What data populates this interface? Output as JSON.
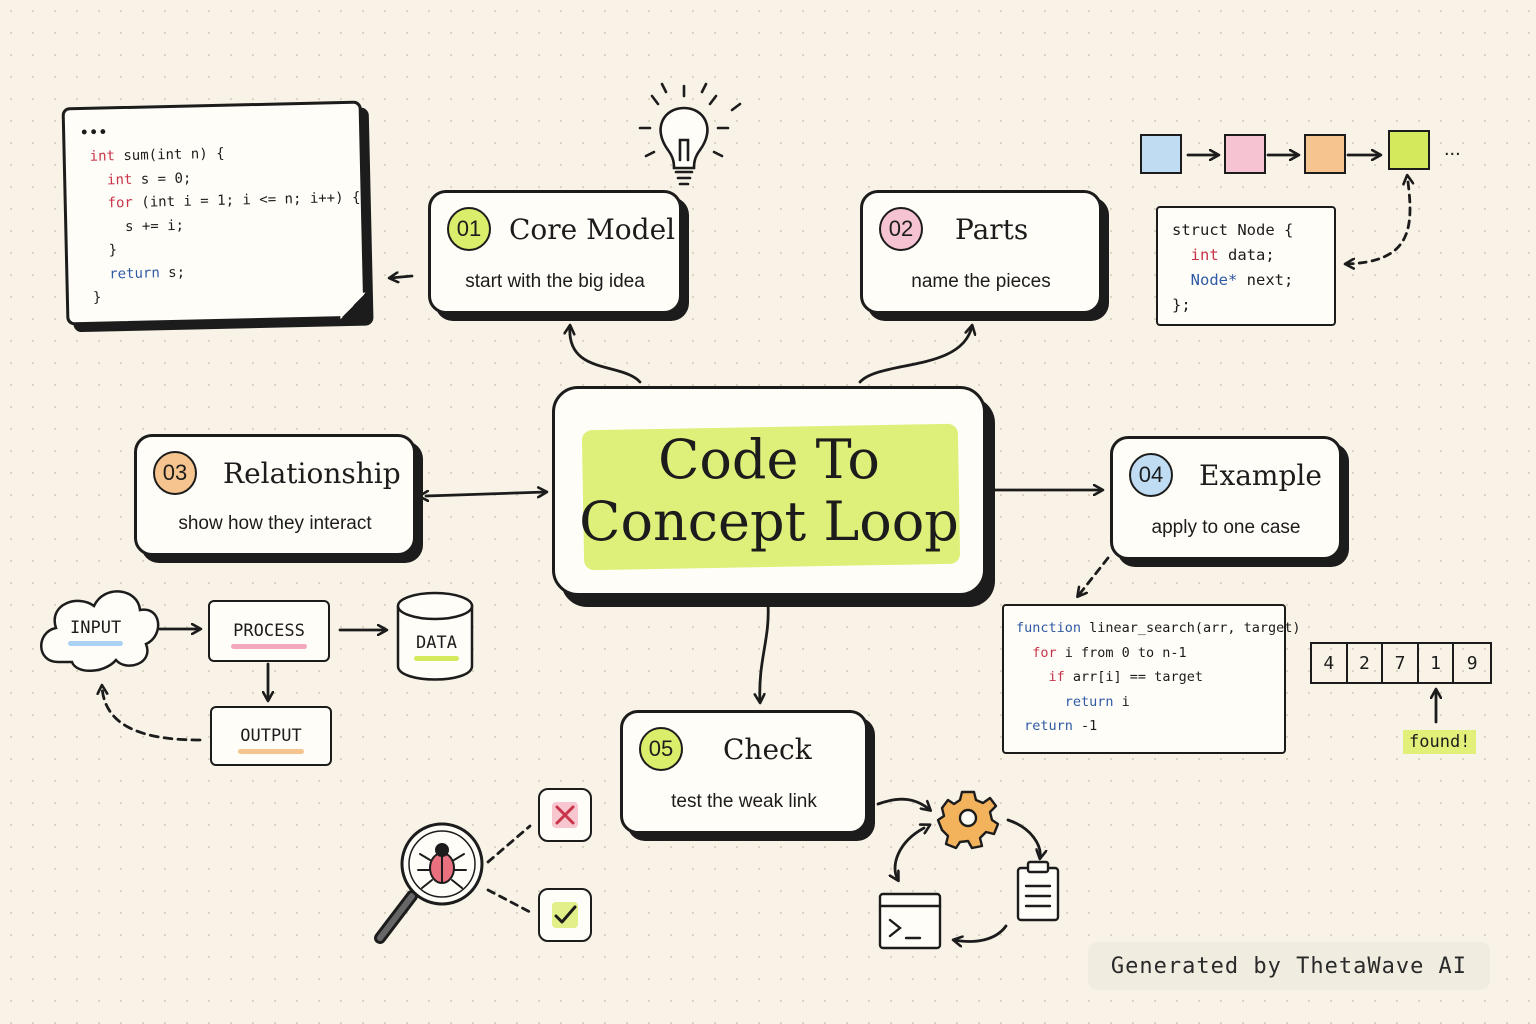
{
  "center": {
    "title_line1": "Code To",
    "title_line2": "Concept Loop"
  },
  "steps": [
    {
      "num": "01",
      "title": "Core Model",
      "subtitle": "start with the big idea",
      "color": "#dbee6c"
    },
    {
      "num": "02",
      "title": "Parts",
      "subtitle": "name the pieces",
      "color": "#f6c3d3"
    },
    {
      "num": "03",
      "title": "Relationship",
      "subtitle": "show how they interact",
      "color": "#f5c48f"
    },
    {
      "num": "04",
      "title": "Example",
      "subtitle": "apply to one case",
      "color": "#bfdcf3"
    },
    {
      "num": "05",
      "title": "Check",
      "subtitle": "test the weak link",
      "color": "#dbee6c"
    }
  ],
  "code_window": {
    "dots": "•••",
    "lines": [
      [
        "int",
        " sum(int n) {"
      ],
      [
        "  int",
        " s = 0;"
      ],
      [
        "  for",
        " (int i = 1; i <= n; i++) {"
      ],
      [
        "",
        "    s += i;"
      ],
      [
        "",
        "  }"
      ],
      [
        "  return",
        " s;"
      ],
      [
        "",
        "}"
      ]
    ]
  },
  "linked_list": {
    "colors": [
      "#bfdcf3",
      "#f6c3d3",
      "#f5c48f",
      "#d4ea5c"
    ],
    "ellipsis": "...",
    "code": [
      [
        "",
        "struct Node {"
      ],
      [
        "  int",
        " data;"
      ],
      [
        "  Node*",
        " next;"
      ],
      [
        "",
        "};"
      ]
    ]
  },
  "flow": {
    "input": "INPUT",
    "process": "PROCESS",
    "data": "DATA",
    "output": "OUTPUT"
  },
  "search_code": {
    "lines": [
      [
        "function",
        " linear_search(arr, target)"
      ],
      [
        "  for",
        " i from 0 to n-1"
      ],
      [
        "    if",
        " arr[i] == target"
      ],
      [
        "      return",
        " i"
      ],
      [
        " return",
        " -1"
      ]
    ]
  },
  "array": {
    "cells": [
      "4",
      "2",
      "7",
      "1",
      "9"
    ],
    "found_label": "found!"
  },
  "icons": [
    "lightbulb-icon",
    "bug-icon",
    "magnifier-icon",
    "cross-icon",
    "check-icon",
    "gear-icon",
    "clipboard-icon",
    "terminal-icon"
  ],
  "watermark": "Generated by ThetaWave AI"
}
